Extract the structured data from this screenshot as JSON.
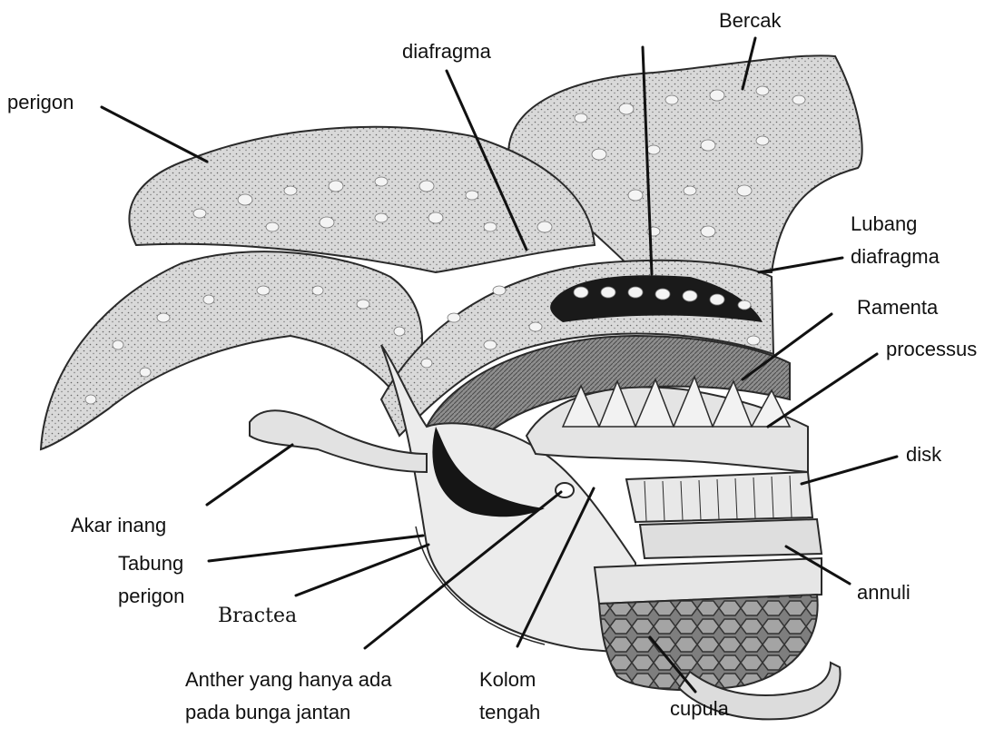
{
  "labels": {
    "perigon": "perigon",
    "diafragma": "diafragma",
    "bercak": "Bercak",
    "lubang_1": "Lubang",
    "lubang_2": "diafragma",
    "ramenta": "Ramenta",
    "processus": "processus",
    "disk": "disk",
    "annuli": "annuli",
    "cupula": "cupula",
    "kolom_1": "Kolom",
    "kolom_2": "tengah",
    "anther_1": "Anther yang hanya ada",
    "anther_2": "pada bunga jantan",
    "bractea": "Bractea",
    "tabung_1": "Tabung",
    "tabung_2": "perigon",
    "akar": "Akar inang"
  },
  "colors": {
    "stipple": "#d6d6d6",
    "outline": "#2a2a2a",
    "spot": "#f4f4f4",
    "ramenta": "#9a9a9a",
    "pale": "#e8e8e8",
    "dark": "#111111",
    "cupula": "#8d8d8d"
  }
}
